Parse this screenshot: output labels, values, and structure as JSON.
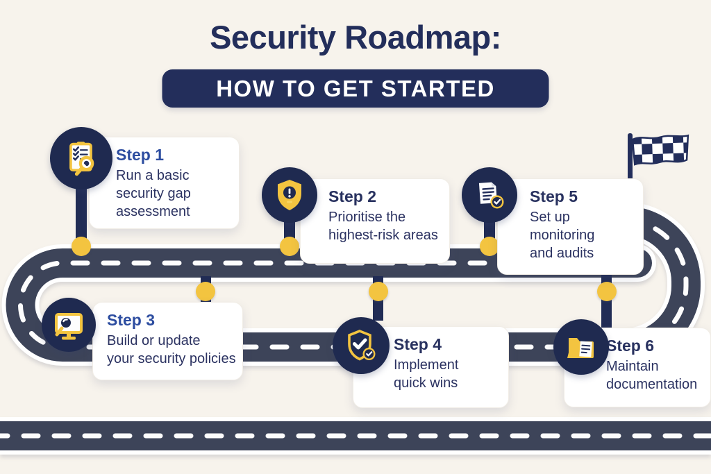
{
  "header": {
    "title": "Security Roadmap:",
    "banner": "HOW TO GET STARTED"
  },
  "colors": {
    "background": "#f7f3ec",
    "navy": "#232e5b",
    "circle_navy": "#1f2a50",
    "road": "#3d4459",
    "yellow": "#f3c440",
    "card_bg": "#ffffff",
    "body_text": "#2b3261"
  },
  "steps": [
    {
      "label": "Step 1",
      "label_color": "#2d4da0",
      "icon": "checklist-magnifier-icon",
      "lines": [
        "Run a basic",
        "security gap",
        "assessment"
      ]
    },
    {
      "label": "Step 2",
      "label_color": "#28315f",
      "icon": "shield-alert-icon",
      "lines": [
        "Prioritise the",
        "highest-risk areas"
      ]
    },
    {
      "label": "Step 3",
      "label_color": "#2d4da0",
      "icon": "monitor-magnifier-icon",
      "lines": [
        "Build or update",
        "your security policies"
      ]
    },
    {
      "label": "Step 4",
      "label_color": "#28315f",
      "icon": "shield-check-icon",
      "lines": [
        "Implement",
        "quick wins"
      ]
    },
    {
      "label": "Step 5",
      "label_color": "#28315f",
      "icon": "document-check-icon",
      "lines": [
        "Set up",
        "monitoring",
        "and audits"
      ]
    },
    {
      "label": "Step 6",
      "label_color": "#28315f",
      "icon": "folder-doc-icon",
      "lines": [
        "Maintain",
        "documentation"
      ]
    }
  ]
}
